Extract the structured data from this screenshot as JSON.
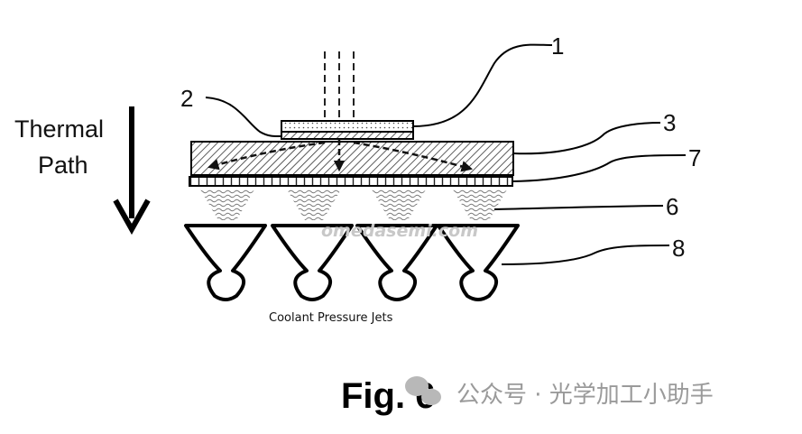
{
  "labels": {
    "l1": "1",
    "l2": "2",
    "l3": "3",
    "l6": "6",
    "l7": "7",
    "l8": "8"
  },
  "thermal_line1": "Thermal",
  "thermal_line2": "Path",
  "coolant": "Coolant Pressure Jets",
  "fig": "Fig. 6",
  "watermark": "公众号 · 光学加工小助手",
  "site": "omedasemi.com"
}
